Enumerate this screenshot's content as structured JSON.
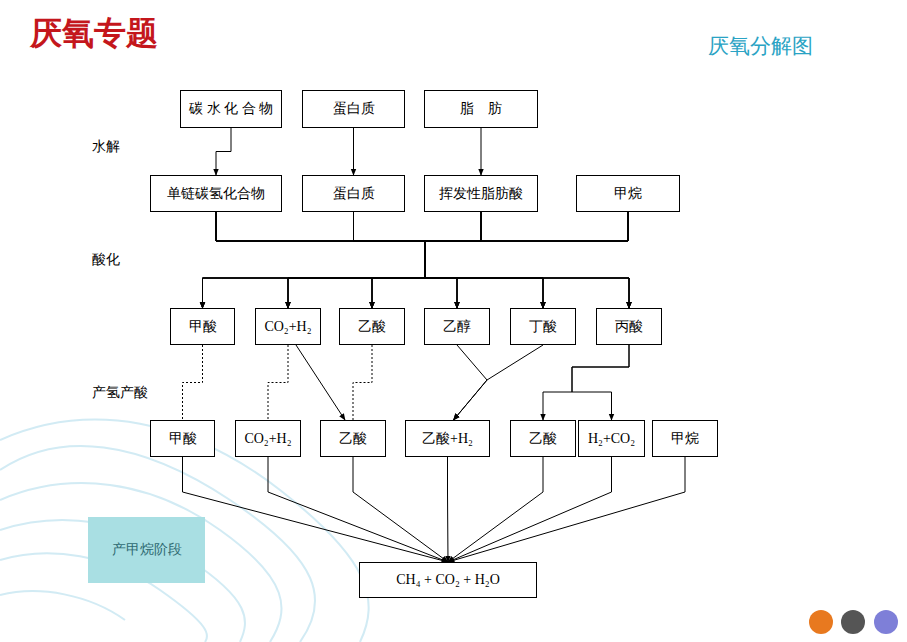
{
  "diagram": {
    "title": "厌氧专题",
    "nodes": [
      {
        "text": [
          "碳 水 化 合 物"
        ]
      },
      {
        "text": [
          "蛋白质"
        ]
      },
      {
        "text": [
          "脂　肪"
        ]
      },
      {
        "text": [
          "单链碳氢化合物"
        ]
      },
      {
        "text": [
          "蛋白质"
        ]
      },
      {
        "text": [
          "挥发性脂肪酸"
        ]
      },
      {
        "text": [
          "甲烷"
        ]
      },
      {
        "text": [
          "甲酸"
        ]
      },
      {
        "text": [
          "CO₂+H₂"
        ]
      },
      {
        "text": [
          "乙酸"
        ]
      },
      {
        "text": [
          "乙醇"
        ]
      },
      {
        "text": [
          "丁酸"
        ]
      },
      {
        "text": [
          "丙酸"
        ]
      },
      {
        "text": [
          "甲酸"
        ]
      },
      {
        "text": [
          "CO₂+H₂"
        ]
      },
      {
        "text": [
          "乙酸"
        ]
      },
      {
        "text": [
          "乙酸+H₂"
        ]
      },
      {
        "text": [
          "乙酸"
        ]
      },
      {
        "text": [
          "H₂+CO₂"
        ]
      },
      {
        "text": [
          "甲烷"
        ]
      },
      {
        "text": [
          "产甲烷阶段"
        ]
      },
      {
        "text": [
          "CH₄ + CO₂ + H₂O"
        ]
      }
    ],
    "edges": [
      {
        "from": 0,
        "to": 3,
        "arrow": "to"
      },
      {
        "from": 1,
        "to": 4,
        "arrow": "to"
      },
      {
        "from": 2,
        "to": 5,
        "arrow": "to"
      },
      {
        "from": 3,
        "to": 7,
        "arrow": "to"
      },
      {
        "from": 3,
        "to": 8,
        "arrow": "to"
      },
      {
        "from": 3,
        "to": 9,
        "arrow": "to"
      },
      {
        "from": 3,
        "to": 10,
        "arrow": "to"
      },
      {
        "from": 3,
        "to": 11,
        "arrow": "to"
      },
      {
        "from": 3,
        "to": 12,
        "arrow": "to"
      },
      {
        "from": 4,
        "to": 7,
        "arrow": "to"
      },
      {
        "from": 4,
        "to": 8,
        "arrow": "to"
      },
      {
        "from": 4,
        "to": 9,
        "arrow": "to"
      },
      {
        "from": 4,
        "to": 10,
        "arrow": "to"
      },
      {
        "from": 4,
        "to": 11,
        "arrow": "to"
      },
      {
        "from": 4,
        "to": 12,
        "arrow": "to"
      },
      {
        "from": 5,
        "to": 7,
        "arrow": "to"
      },
      {
        "from": 5,
        "to": 8,
        "arrow": "to"
      },
      {
        "from": 5,
        "to": 9,
        "arrow": "to"
      },
      {
        "from": 5,
        "to": 10,
        "arrow": "to"
      },
      {
        "from": 5,
        "to": 11,
        "arrow": "to"
      },
      {
        "from": 5,
        "to": 12,
        "arrow": "to"
      },
      {
        "from": 6,
        "to": 7,
        "arrow": "to"
      },
      {
        "from": 6,
        "to": 8,
        "arrow": "to"
      },
      {
        "from": 6,
        "to": 9,
        "arrow": "to"
      },
      {
        "from": 6,
        "to": 10,
        "arrow": "to"
      },
      {
        "from": 6,
        "to": 11,
        "arrow": "to"
      },
      {
        "from": 6,
        "to": 12,
        "arrow": "to"
      },
      {
        "from": 7,
        "to": 13,
        "arrow": "none"
      },
      {
        "from": 8,
        "to": 14,
        "arrow": "none"
      },
      {
        "from": 8,
        "to": 15,
        "arrow": "to"
      },
      {
        "from": 9,
        "to": 15,
        "arrow": "none"
      },
      {
        "from": 10,
        "to": 16,
        "arrow": "to"
      },
      {
        "from": 11,
        "to": 16,
        "arrow": "to"
      },
      {
        "from": 12,
        "to": 17,
        "arrow": "to"
      },
      {
        "from": 12,
        "to": 18,
        "arrow": "to"
      },
      {
        "from": 13,
        "to": 21,
        "arrow": "to"
      },
      {
        "from": 14,
        "to": 21,
        "arrow": "to"
      },
      {
        "from": 15,
        "to": 21,
        "arrow": "to"
      },
      {
        "from": 16,
        "to": 21,
        "arrow": "to"
      },
      {
        "from": 17,
        "to": 21,
        "arrow": "to"
      },
      {
        "from": 18,
        "to": 21,
        "arrow": "to"
      },
      {
        "from": 19,
        "to": 21,
        "arrow": "to"
      }
    ],
    "labels": [
      "厌氧分解图",
      "水解",
      "酸化",
      "产氢产酸"
    ]
  }
}
